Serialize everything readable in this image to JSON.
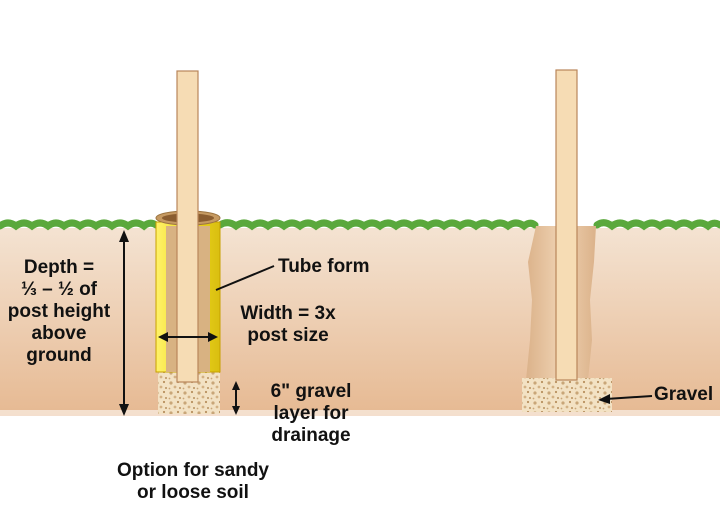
{
  "labels": {
    "depth": [
      "Depth =",
      "⅓ – ½ of",
      "post height",
      "above",
      "ground"
    ],
    "tube_form": "Tube form",
    "width": [
      "Width = 3x",
      "post size"
    ],
    "gravel_layer": [
      "6\" gravel",
      "layer for",
      "drainage"
    ],
    "option": [
      "Option for sandy",
      "or loose soil"
    ],
    "gravel": "Gravel"
  },
  "colors": {
    "background": "#ffffff",
    "soil_top": "#f4e3d2",
    "soil_bottom": "#e6b992",
    "grass": "#5aa83c",
    "post": "#f6dcb4",
    "post_outline": "#b9865a",
    "tube": "#f0dc20",
    "tube_outline": "#c7a100",
    "tube_inner": "#caa06a",
    "gravel": "#f3e2c4",
    "gravel_dots": "#c9a678",
    "arrow": "#111111"
  },
  "icons": [
    "post",
    "tube-form",
    "gravel-layer",
    "dimension-arrow"
  ]
}
